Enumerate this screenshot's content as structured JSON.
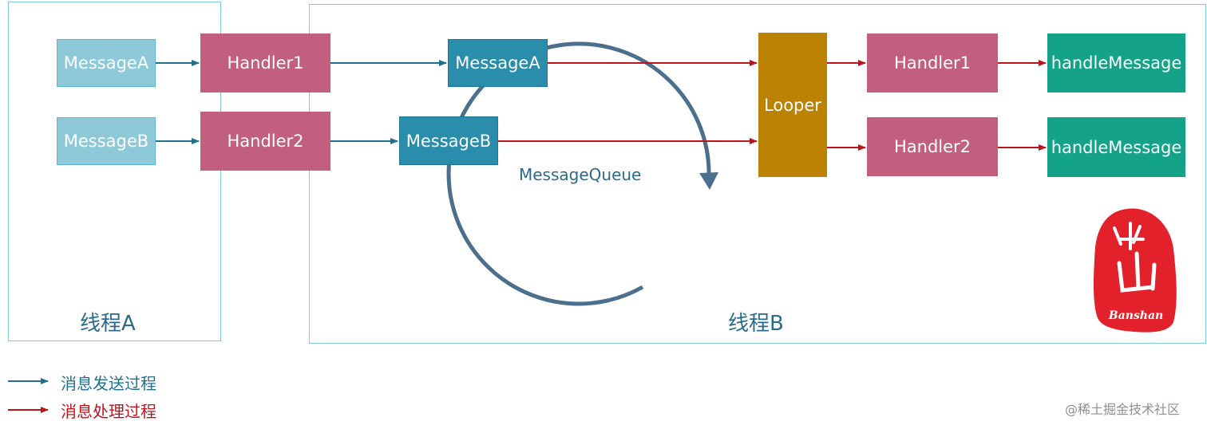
{
  "colors": {
    "send_arrow": "#1f6f8f",
    "process_arrow": "#c0141c",
    "queue_circle": "#4d6f8e",
    "frame_border": "#7fcbdc",
    "message_light": "#8ec9d9",
    "message_dark": "#2a8dab",
    "handler": "#c25f7f",
    "looper": "#bc8204",
    "handle_message": "#14a388",
    "seal": "#e3212a"
  },
  "thread_a": {
    "label": "线程A",
    "message_a": "MessageA",
    "message_b": "MessageB",
    "handler_1": "Handler1",
    "handler_2": "Handler2"
  },
  "thread_b": {
    "label": "线程B",
    "queue_label": "MessageQueue",
    "queue_message_a": "MessageA",
    "queue_message_b": "MessageB",
    "looper": "Looper",
    "handler_1": "Handler1",
    "handler_2": "Handler2",
    "handle_message_1": "handleMessage",
    "handle_message_2": "handleMessage"
  },
  "legend": {
    "send": "消息发送过程",
    "process": "消息处理过程"
  },
  "seal": {
    "text": "Banshan",
    "icon": "seal-stamp-icon"
  },
  "watermark": "@稀土掘金技术社区"
}
